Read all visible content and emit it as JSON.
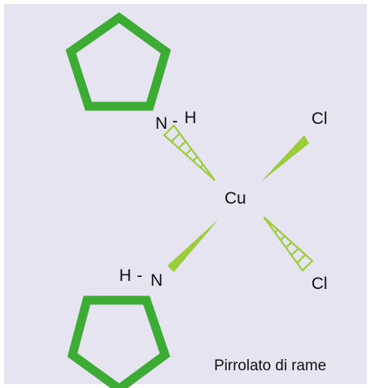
{
  "colors": {
    "background": "#e6e4f0",
    "ring_stroke": "#3cac34",
    "bond_fill": "#9ccc3c",
    "text": "#111111"
  },
  "molecule": {
    "center_atom": "Cu",
    "ligands": {
      "nh_top": {
        "n": "N",
        "dash": "-",
        "h": "H"
      },
      "nh_bottom": {
        "h": "H",
        "dash": "-",
        "n": "N"
      },
      "cl_top": "Cl",
      "cl_bottom": "Cl"
    },
    "rings": [
      {
        "name": "pyrrole ring top",
        "shape": "pentagon"
      },
      {
        "name": "pyrrole ring bottom",
        "shape": "pentagon"
      }
    ],
    "bonds": {
      "cu_n_top": "hashed-wedge",
      "cu_cl_top": "solid-wedge",
      "cu_n_bottom": "solid-wedge",
      "cu_cl_bottom": "hashed-wedge"
    }
  },
  "caption": "Pirrolato di rame"
}
